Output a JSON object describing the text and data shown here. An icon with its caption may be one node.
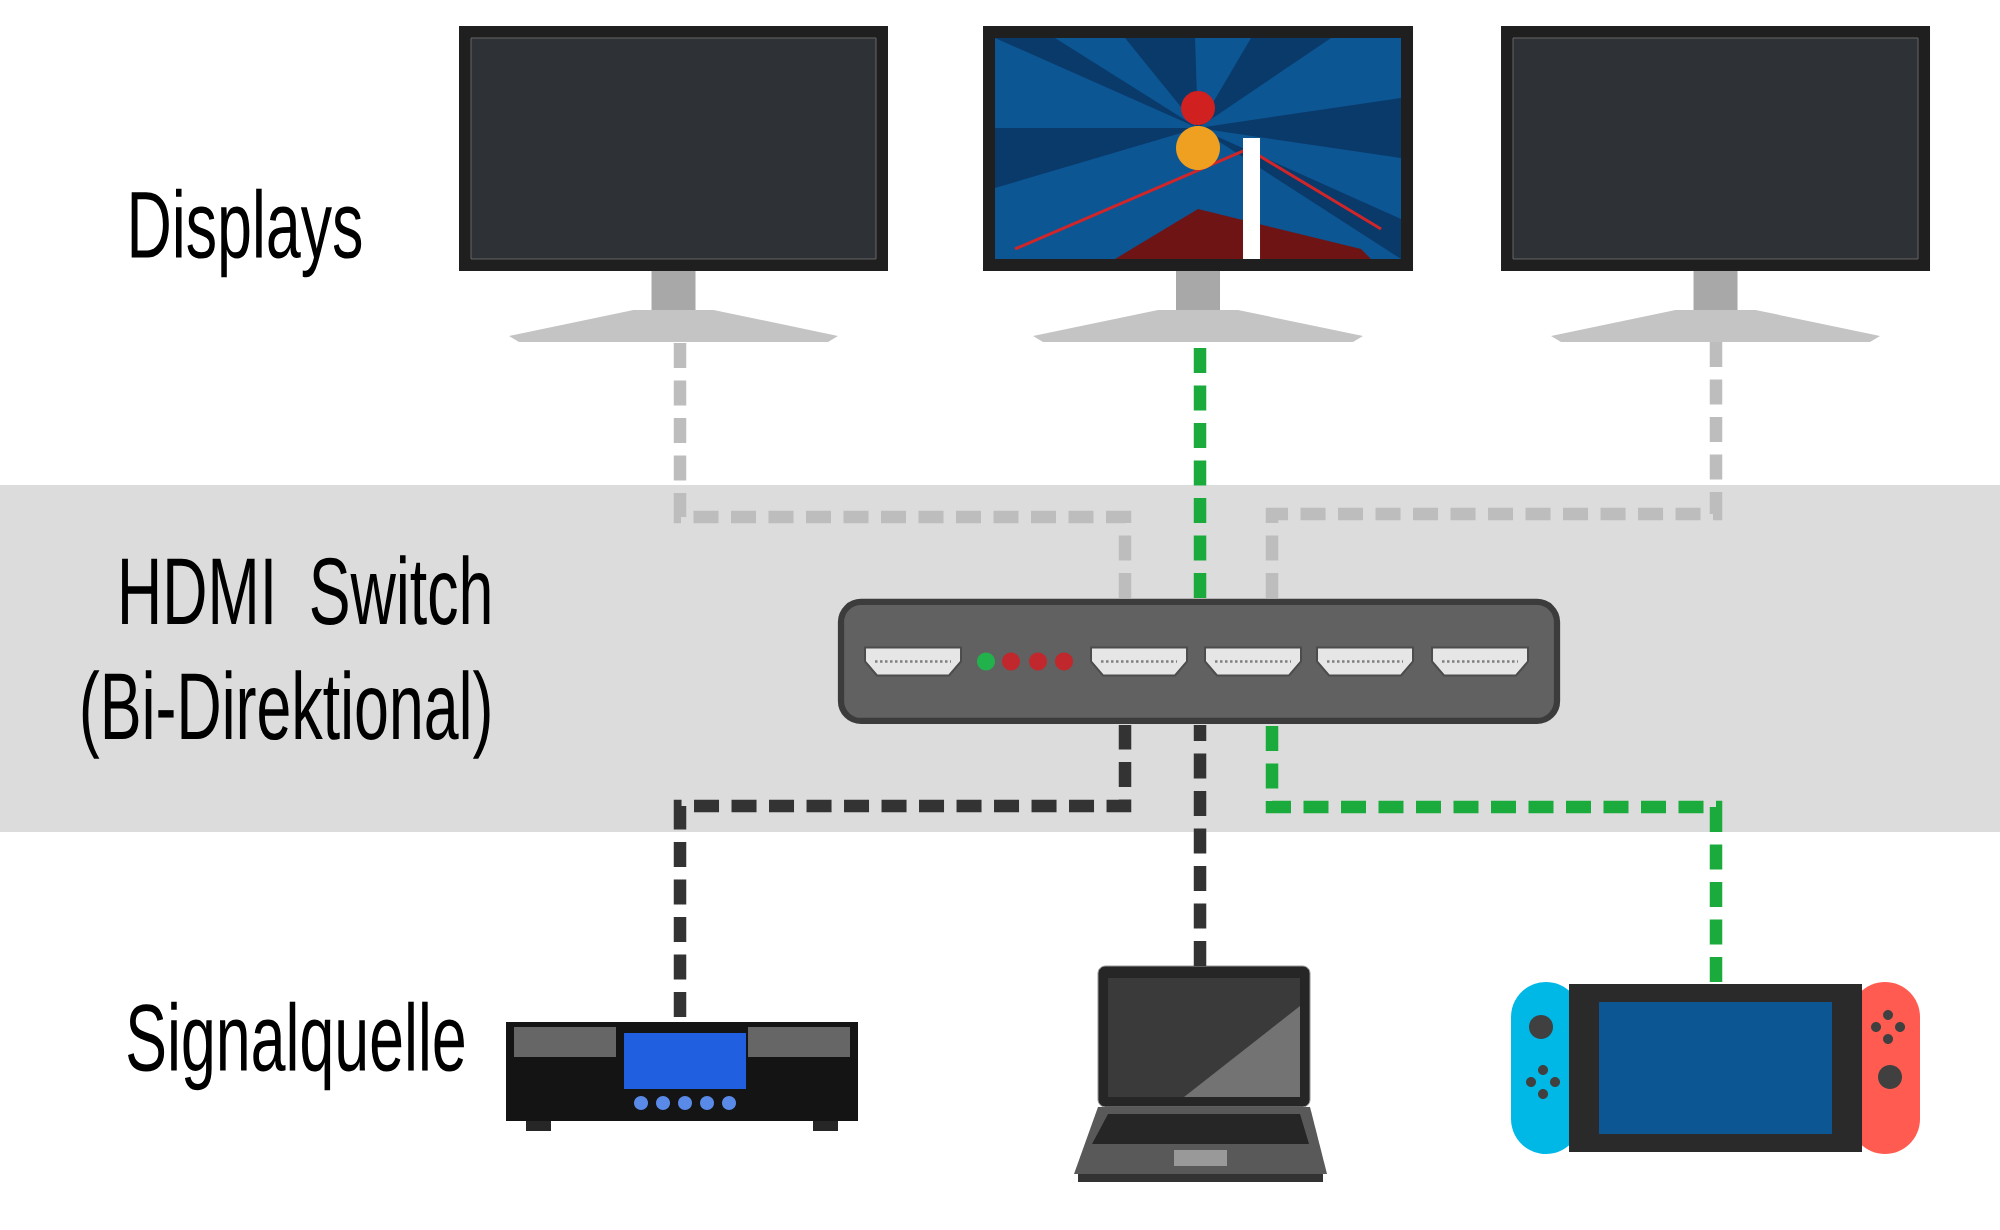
{
  "diagram": {
    "nodes": [
      {
        "text": [],
        "shape": "picture"
      },
      {
        "text": [],
        "shape": "picture"
      },
      {
        "text": [],
        "shape": "picture"
      },
      {
        "text": [],
        "shape": "picture"
      },
      {
        "text": [],
        "shape": "picture"
      },
      {
        "text": [],
        "shape": "picture"
      },
      {
        "text": [],
        "shape": "picture"
      }
    ],
    "edges": [
      {
        "from": 3,
        "to": 0,
        "arrow": "none",
        "style": "dashed",
        "color": "#bdbdbd"
      },
      {
        "from": 3,
        "to": 1,
        "arrow": "none",
        "style": "dashed",
        "color": "#1aab3c"
      },
      {
        "from": 3,
        "to": 2,
        "arrow": "none",
        "style": "dashed",
        "color": "#bdbdbd"
      },
      {
        "from": 4,
        "to": 3,
        "arrow": "none",
        "style": "dashed",
        "color": "#333333"
      },
      {
        "from": 5,
        "to": 3,
        "arrow": "none",
        "style": "dashed",
        "color": "#333333"
      },
      {
        "from": 6,
        "to": 3,
        "arrow": "none",
        "style": "dashed",
        "color": "#1aab3c"
      }
    ],
    "labels": [
      "Displays",
      "HDMI Switch (Bi-Direktional)",
      "Signalquelle"
    ]
  }
}
